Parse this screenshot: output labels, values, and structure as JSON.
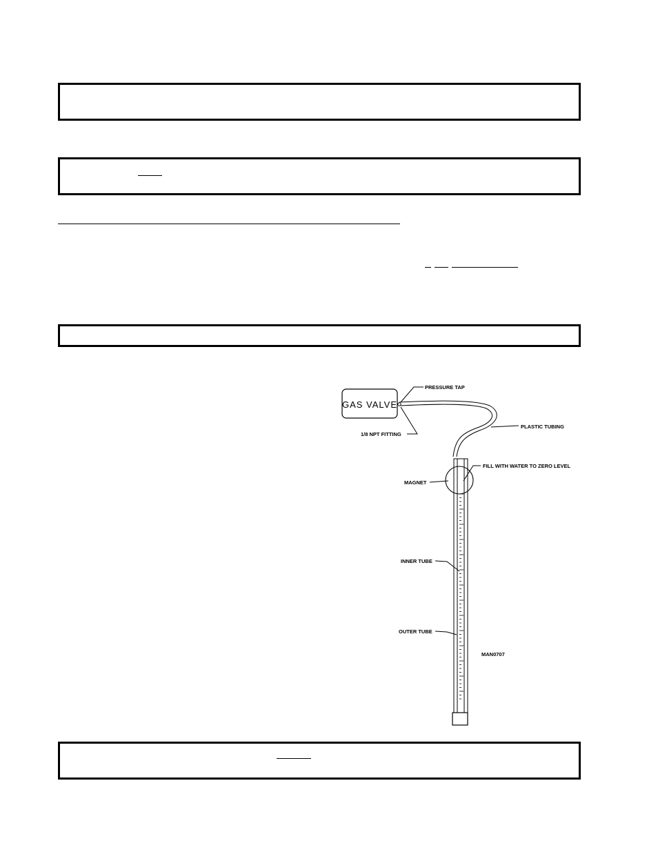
{
  "diagram": {
    "gas_valve": "GAS VALVE",
    "pressure_tap": "PRESSURE TAP",
    "npt_fitting": "1/8 NPT FITTING",
    "plastic_tubing": "PLASTIC TUBING",
    "fill_water": "FILL WITH WATER TO ZERO LEVEL",
    "magnet": "MAGNET",
    "inner_tube": "INNER TUBE",
    "outer_tube": "OUTER TUBE",
    "figure_id": "MAN0707"
  }
}
